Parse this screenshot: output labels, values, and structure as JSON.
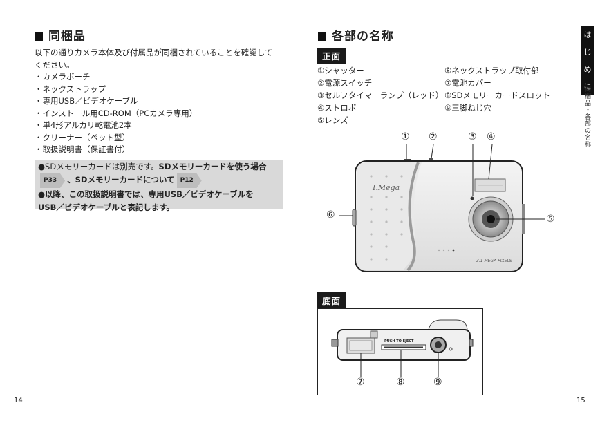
{
  "left": {
    "heading": "同梱品",
    "intro_line1": "以下の通りカメラ本体及び付属品が同梱されていることを確認して",
    "intro_line2": "ください。",
    "items": [
      "・カメラポーチ",
      "・ネックストラップ",
      "・専用USB／ビデオケーブル",
      "・インストール用CD-ROM（PCカメラ専用）",
      "・単4形アルカリ乾電池2本",
      "・クリーナー（ペット型）",
      "・取扱説明書（保証書付）"
    ],
    "note": {
      "line1_a": "●SDメモリーカードは別売です。",
      "line1_b": "SDメモリーカードを使う場合",
      "ref1": "P33",
      "line2_mid": "、SDメモリーカードについて",
      "ref2": "P12",
      "line3": "●以降、この取扱説明書では、専用USB／ビデオケーブルを",
      "line4": "USB／ビデオケーブルと表記します。"
    },
    "page_number": "14"
  },
  "right": {
    "heading": "各部の名称",
    "front_label": "正面",
    "parts_col1": [
      "①シャッター",
      "②電源スイッチ",
      "③セルフタイマーランプ（レッド）",
      "④ストロボ",
      "⑤レンズ"
    ],
    "parts_col2": [
      "⑥ネックストラップ取付部",
      "⑦電池カバー",
      "⑧SDメモリーカードスロット",
      "⑨三脚ねじ穴"
    ],
    "front_callouts": [
      "①",
      "②",
      "③",
      "④",
      "⑤",
      "⑥"
    ],
    "bottom_label": "底面",
    "bottom_callouts": [
      "⑦",
      "⑧",
      "⑨"
    ],
    "camera_brand": "I.Mega",
    "camera_spec": "3.1 MEGA PIXELS",
    "slot_text": "PUSH TO EJECT",
    "page_number": "15"
  },
  "side_tab": {
    "chars": [
      "は",
      "じ",
      "め",
      "に"
    ],
    "section_text": "同梱品・各部の名称"
  }
}
